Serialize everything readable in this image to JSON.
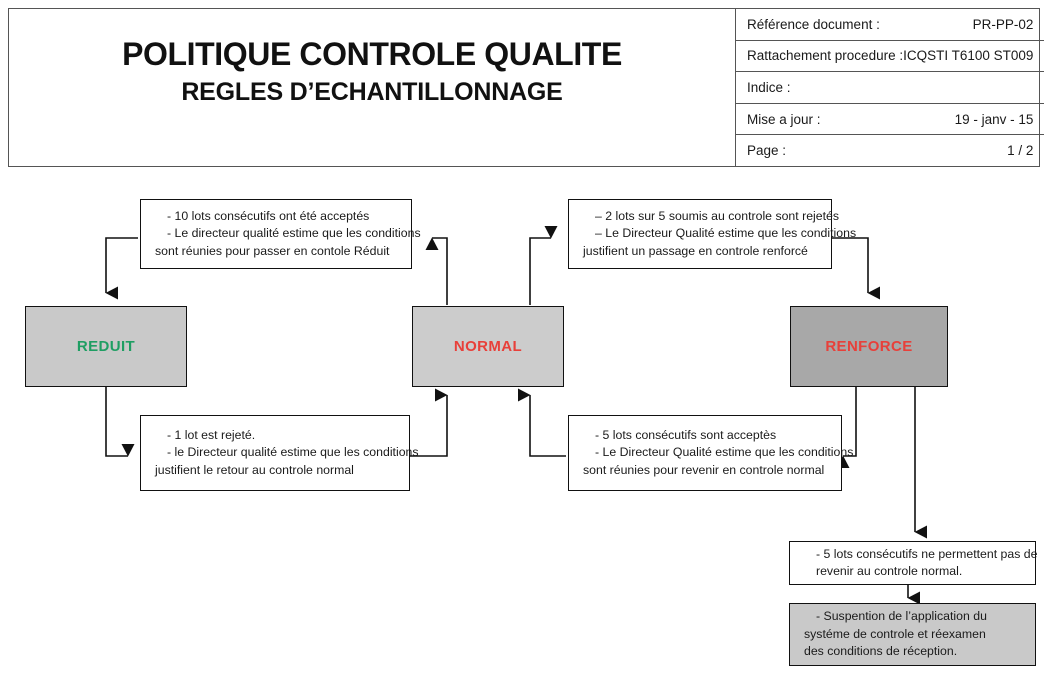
{
  "header": {
    "title_main": "POLITIQUE CONTROLE QUALITE",
    "title_sub": "REGLES D’ECHANTILLONNAGE",
    "meta_rows": [
      {
        "label": "Référence document :",
        "value": "PR-PP-02"
      },
      {
        "label": "Rattachement procedure :",
        "value": "ICQSTI T6100 ST009"
      },
      {
        "label": "Indice :",
        "value": ""
      },
      {
        "label": "Mise a jour :",
        "value": "19 - janv - 15"
      },
      {
        "label": "Page :",
        "value": "1 / 2"
      }
    ]
  },
  "diagram": {
    "states": [
      {
        "id": "reduit",
        "label": "REDUIT",
        "fill": "#c9c9c9",
        "text_color": "#1f9e63"
      },
      {
        "id": "normal",
        "label": "NORMAL",
        "fill": "#cccccc",
        "text_color": "#e8403a"
      },
      {
        "id": "renforce",
        "label": "RENFORCE",
        "fill": "#a8a8a8",
        "text_color": "#e8403a"
      }
    ],
    "notes": [
      {
        "id": "note-normal-to-reduit",
        "lines": [
          "- 10 lots consécutifs ont été acceptés",
          "- Le directeur qualité estime que les conditions",
          "sont  réunies pour passer en contole Réduit"
        ]
      },
      {
        "id": "note-normal-to-renforce",
        "lines": [
          "– 2 lots sur 5 soumis au controle sont rejetés",
          "– Le Directeur Qualité estime que les conditions",
          "justifient un passage en controle renforcé"
        ]
      },
      {
        "id": "note-reduit-to-normal",
        "lines": [
          "- 1 lot est rejeté.",
          "- le Directeur qualité estime que les conditions",
          "justifient le retour au controle normal"
        ]
      },
      {
        "id": "note-renforce-to-normal",
        "lines": [
          "- 5 lots consécutifs sont acceptès",
          "- Le Directeur Qualité estime que les conditions",
          "sont réunies pour revenir en controle normal"
        ]
      },
      {
        "id": "note-renforce-fail",
        "lines": [
          "- 5 lots consécutifs ne permettent pas de",
          " revenir au controle normal."
        ]
      },
      {
        "id": "note-suspension",
        "lines": [
          "- Suspention de l’application du",
          "systéme de controle et réexamen",
          "des conditions de réception."
        ]
      }
    ],
    "colors": {
      "line": "#111111",
      "note_border": "#111111",
      "suspension_fill": "#c9c9c9"
    }
  }
}
